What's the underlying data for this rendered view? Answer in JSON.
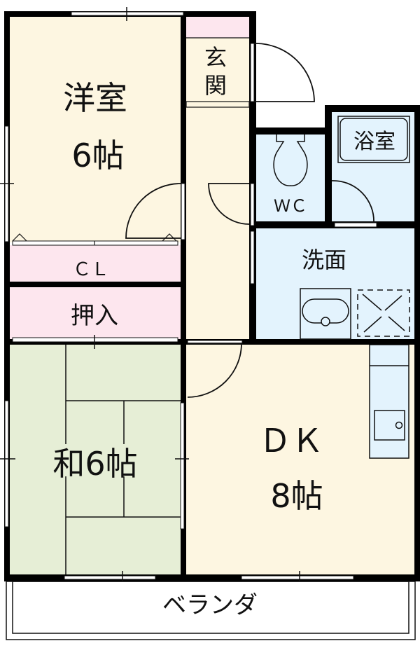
{
  "floorplan": {
    "colors": {
      "wall": "#000000",
      "western_room": "#fdf6e1",
      "closet": "#fde6ee",
      "tatami": "#e6eed6",
      "wet_area": "#e3f3fd",
      "veranda": "#ffffff"
    },
    "rooms": {
      "western": {
        "name": "洋室",
        "size": "6帖"
      },
      "entrance": {
        "name_top": "玄",
        "name_bottom": "関"
      },
      "bath": {
        "name": "浴室"
      },
      "wc": {
        "name": "ＷＣ"
      },
      "washroom": {
        "name": "洗面"
      },
      "closet_cl": {
        "name": "ＣＬ"
      },
      "closet_oshiire": {
        "name": "押入"
      },
      "japanese": {
        "name": "和6帖"
      },
      "dk": {
        "name": "ＤＫ",
        "size": "8帖"
      },
      "veranda": {
        "name": "ベランダ"
      }
    }
  }
}
